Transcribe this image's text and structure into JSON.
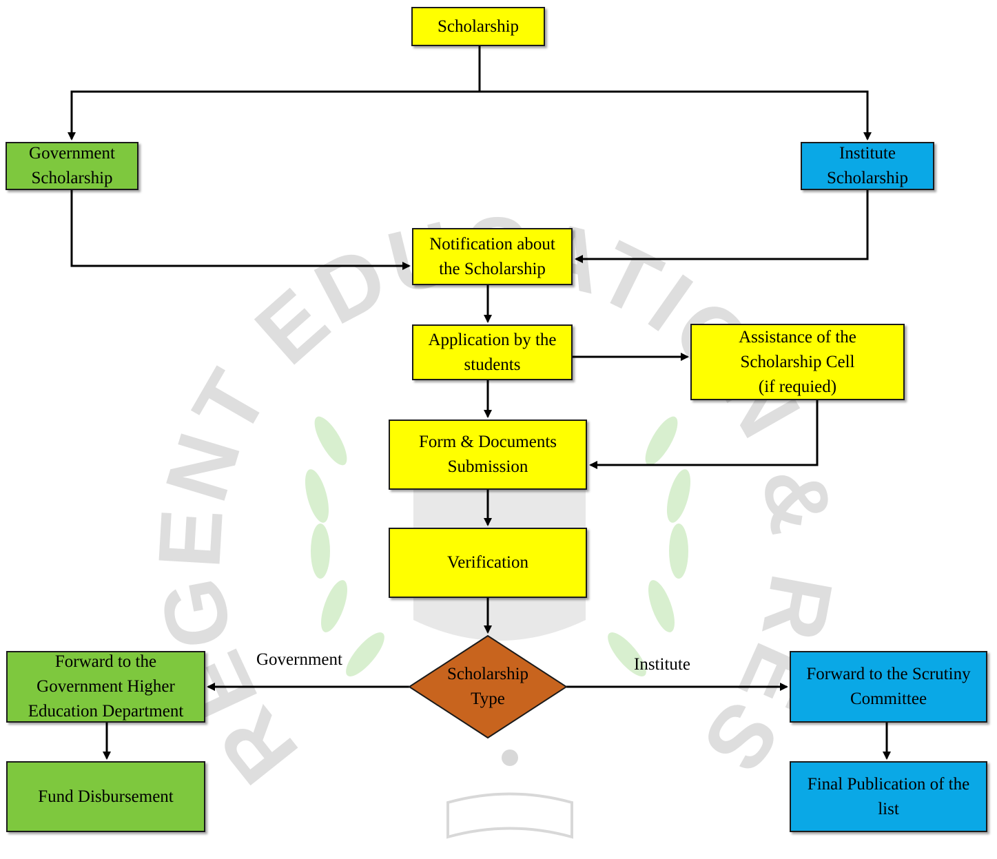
{
  "colors": {
    "yellow": "#ffff00",
    "green": "#7ec83e",
    "blue": "#0aa8e6",
    "decision": "#c8641e",
    "line": "#000000",
    "watermark": "#bbbbbb"
  },
  "nodes": {
    "scholarship": "Scholarship",
    "government_scholarship": "Government\nScholarship",
    "institute_scholarship": "Institute\nScholarship",
    "notification": "Notification about\nthe Scholarship",
    "application": "Application by the\nstudents",
    "assistance": "Assistance of the\nScholarship Cell\n(if requied)",
    "form_submission": "Form & Documents\nSubmission",
    "verification": "Verification",
    "scholarship_type": "Scholarship\nType",
    "forward_government": "Forward to the\nGovernment Higher\nEducation Department",
    "fund_disbursement": "Fund Disbursement",
    "forward_scrutiny": "Forward to the Scrutiny\nCommittee",
    "final_publication": "Final Publication of the\nlist"
  },
  "edge_labels": {
    "government": "Government",
    "institute": "Institute"
  },
  "watermark": {
    "text": "REGENT EDUCATION & RESEARCH FOUNDATION"
  }
}
